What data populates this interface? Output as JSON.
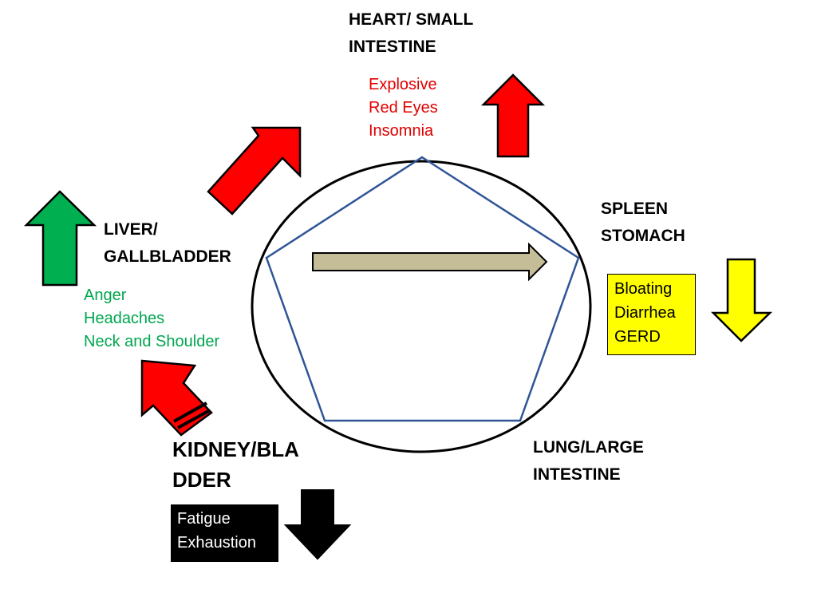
{
  "colors": {
    "red_arrow": "#ff0000",
    "green_arrow": "#00b050",
    "yellow_arrow": "#ffff00",
    "black_arrow": "#000000",
    "tan_arrow": "#c4bd97",
    "pentagon": "#2f5597",
    "heart_symptoms": "#e00000",
    "liver_symptoms": "#00a650",
    "spleen_box_bg": "#ffff00",
    "kidney_box_bg": "#000000"
  },
  "heart": {
    "label_lines": [
      "HEART/ SMALL",
      "INTESTINE"
    ],
    "symptoms": [
      "Explosive",
      "Red Eyes",
      "Insomnia"
    ],
    "arrow_direction": "up"
  },
  "spleen": {
    "label_lines": [
      "SPLEEN",
      "STOMACH"
    ],
    "symptoms": [
      "Bloating",
      "Diarrhea",
      "GERD"
    ],
    "arrow_direction": "down"
  },
  "liver": {
    "label_lines": [
      "LIVER/",
      "GALLBLADDER"
    ],
    "symptoms": [
      "Anger",
      "Headaches",
      "Neck and Shoulder"
    ],
    "arrow_direction": "up"
  },
  "kidney": {
    "label_lines": [
      "KIDNEY/BLA",
      "DDER"
    ],
    "symptoms": [
      "Fatigue",
      "Exhaustion"
    ],
    "arrow_direction": "down"
  },
  "lung": {
    "label_lines": [
      "LUNG/LARGE",
      "INTESTINE"
    ]
  }
}
